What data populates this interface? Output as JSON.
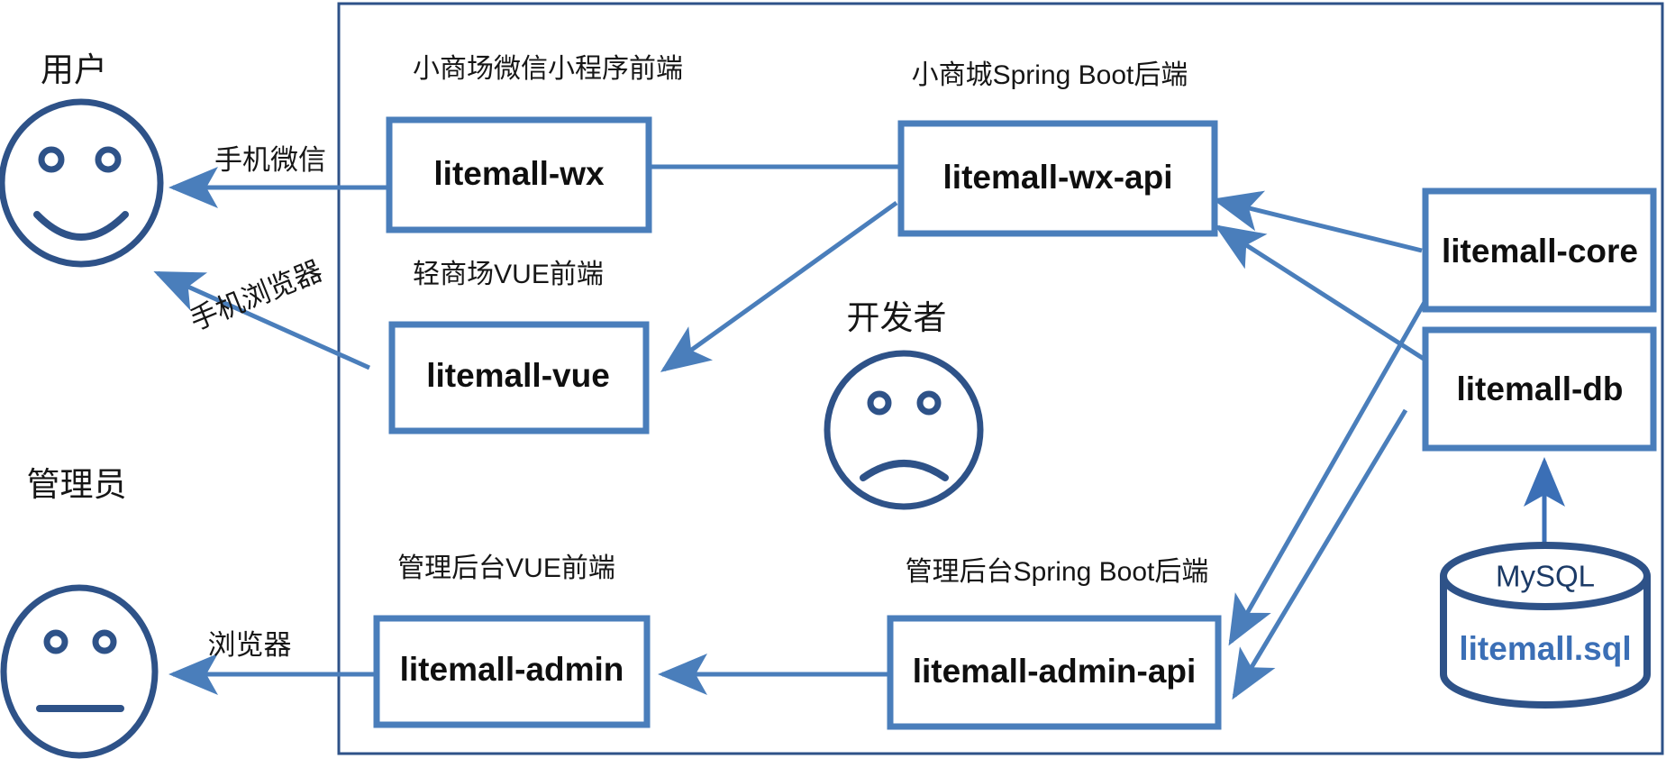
{
  "diagram": {
    "title_absent": true,
    "colors": {
      "box_border": "#4a7ebb",
      "box_fill": "#ffffff",
      "arrow": "#4a7ebb",
      "face_stroke": "#2e5288",
      "container_border": "#2e5288",
      "db_stroke": "#2e5288",
      "db_file_text": "#3b6fb6",
      "text": "#111111",
      "background": "#ffffff"
    },
    "container": {
      "name": "system-boundary"
    },
    "actors": [
      {
        "id": "user",
        "label": "用户",
        "mood": "happy"
      },
      {
        "id": "developer",
        "label": "开发者",
        "mood": "sad"
      },
      {
        "id": "admin",
        "label": "管理员",
        "mood": "neutral"
      }
    ],
    "nodes": [
      {
        "id": "litemall-wx",
        "label": "litemall-wx",
        "caption": "小商场微信小程序前端"
      },
      {
        "id": "litemall-wx-api",
        "label": "litemall-wx-api",
        "caption": "小商城Spring Boot后端"
      },
      {
        "id": "litemall-vue",
        "label": "litemall-vue",
        "caption": "轻商场VUE前端"
      },
      {
        "id": "litemall-admin",
        "label": "litemall-admin",
        "caption": "管理后台VUE前端"
      },
      {
        "id": "litemall-admin-api",
        "label": "litemall-admin-api",
        "caption": "管理后台Spring Boot后端"
      },
      {
        "id": "litemall-core",
        "label": "litemall-core",
        "caption": ""
      },
      {
        "id": "litemall-db",
        "label": "litemall-db",
        "caption": ""
      }
    ],
    "database": {
      "id": "mysql",
      "title": "MySQL",
      "file": "litemall.sql"
    },
    "edges": [
      {
        "id": "wx-to-user",
        "from": "litemall-wx",
        "to": "user",
        "label": "手机微信"
      },
      {
        "id": "vue-to-user",
        "from": "litemall-vue",
        "to": "user",
        "label": "手机浏览器"
      },
      {
        "id": "admin-to-admin-actor",
        "from": "litemall-admin",
        "to": "admin",
        "label": "浏览器"
      },
      {
        "id": "wxapi-to-wx",
        "from": "litemall-wx-api",
        "to": "litemall-wx",
        "label": ""
      },
      {
        "id": "wxapi-to-vue",
        "from": "litemall-wx-api",
        "to": "litemall-vue",
        "label": ""
      },
      {
        "id": "adminapi-to-admin",
        "from": "litemall-admin-api",
        "to": "litemall-admin",
        "label": ""
      },
      {
        "id": "core-to-wxapi",
        "from": "litemall-core",
        "to": "litemall-wx-api",
        "label": ""
      },
      {
        "id": "db-to-wxapi",
        "from": "litemall-db",
        "to": "litemall-wx-api",
        "label": ""
      },
      {
        "id": "core-to-adminapi",
        "from": "litemall-core",
        "to": "litemall-admin-api",
        "label": ""
      },
      {
        "id": "db-to-adminapi",
        "from": "litemall-db",
        "to": "litemall-admin-api",
        "label": ""
      },
      {
        "id": "mysql-to-db",
        "from": "mysql",
        "to": "litemall-db",
        "label": ""
      }
    ]
  }
}
